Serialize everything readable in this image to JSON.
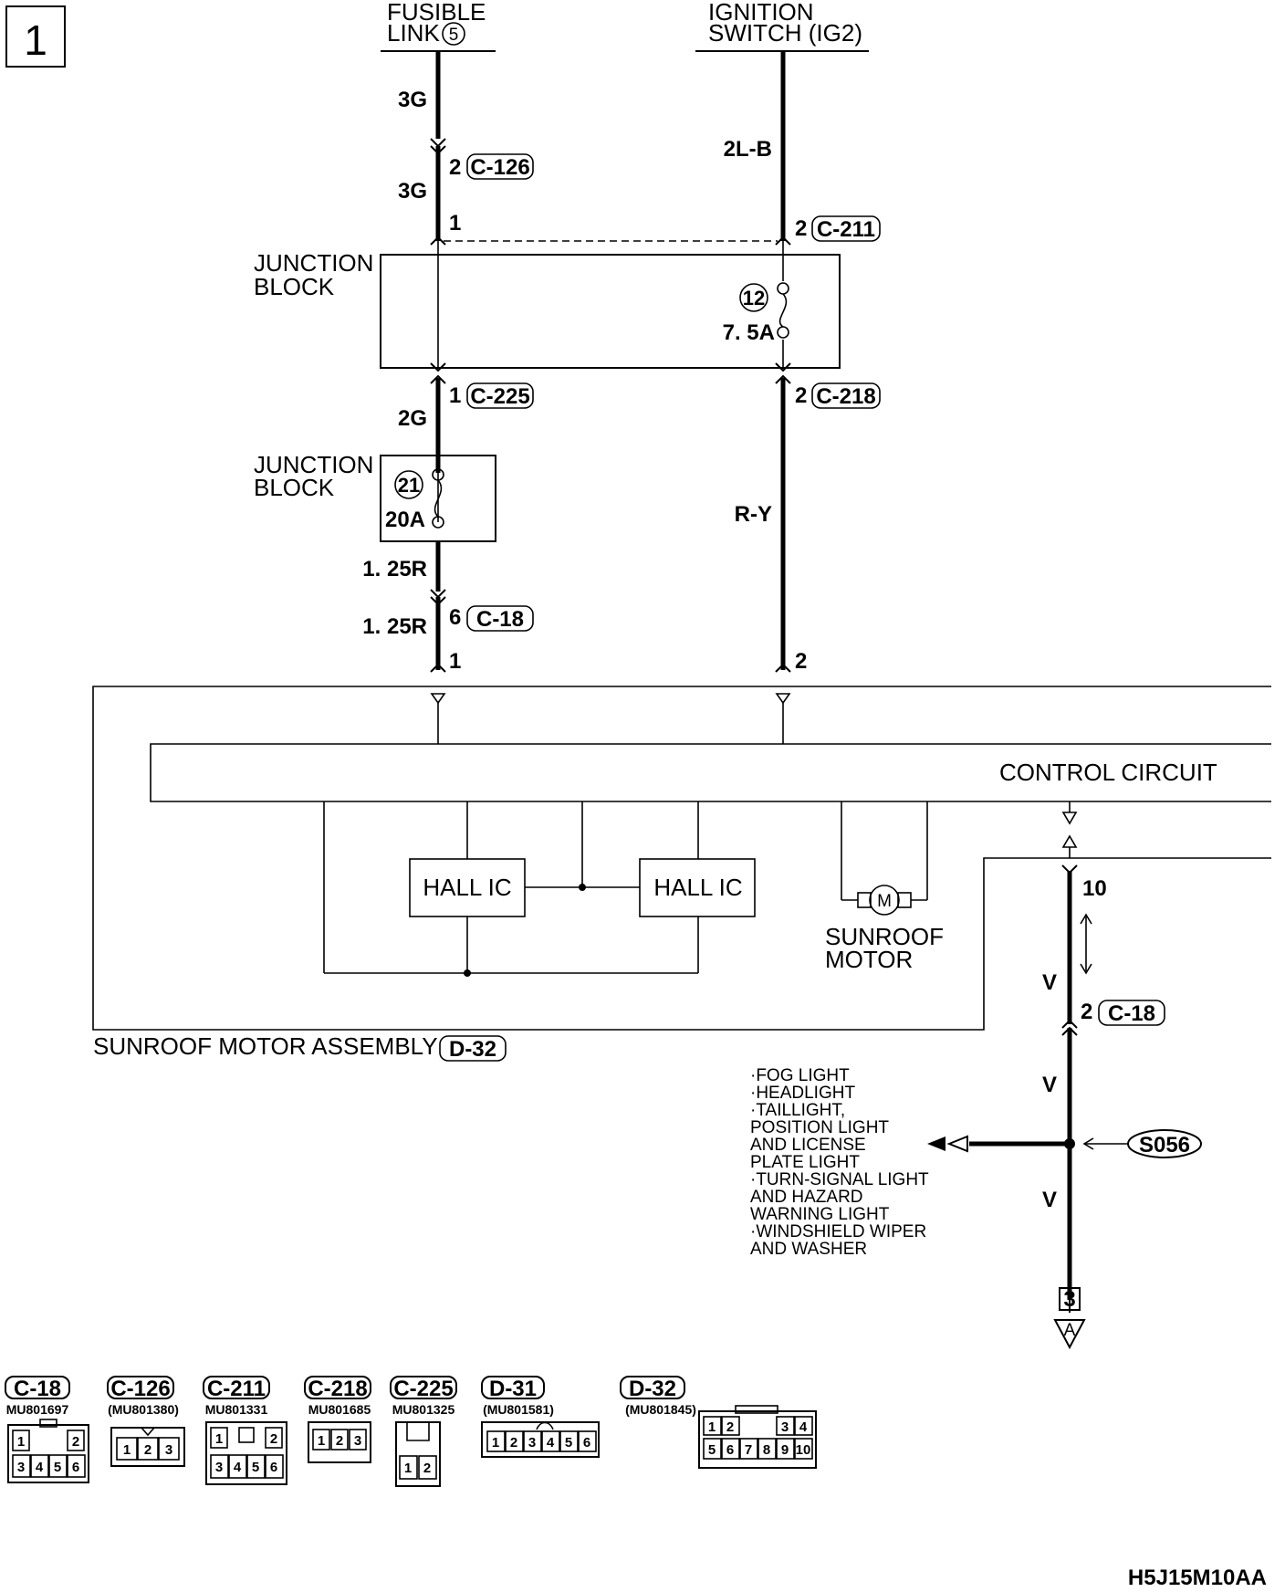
{
  "page_number": "1",
  "sources": {
    "fusible_link": {
      "line1": "FUSIBLE",
      "line2": "LINK",
      "number": "5"
    },
    "ignition_switch": {
      "line1": "IGNITION",
      "line2": "SWITCH (IG2)"
    }
  },
  "left_circuit": {
    "wire_top": "3G",
    "conn_c126_pin": "2",
    "conn_c126": "C-126",
    "wire_after_c126": "3G",
    "jb_pin_in": "1",
    "conn_c225_pin": "1",
    "conn_c225": "C-225",
    "wire_after_c225": "2G",
    "fuse_number": "21",
    "fuse_rating": "20A",
    "wire_after_fuse": "1. 25R",
    "conn_c18_pin": "6",
    "conn_c18": "C-18",
    "wire_after_c18": "1. 25R",
    "motor_pin": "1"
  },
  "right_circuit": {
    "wire_top": "2L-B",
    "conn_c211_pin": "2",
    "conn_c211": "C-211",
    "fuse_number": "12",
    "fuse_rating": "7. 5A",
    "conn_c218_pin": "2",
    "conn_c218": "C-218",
    "wire_after_c218": "R-Y",
    "motor_pin": "2"
  },
  "junction_block_1": {
    "line1": "JUNCTION",
    "line2": "BLOCK"
  },
  "junction_block_2": {
    "line1": "JUNCTION",
    "line2": "BLOCK"
  },
  "assembly": {
    "control_circuit": "CONTROL CIRCUIT",
    "hall_ic_1": "HALL IC",
    "hall_ic_2": "HALL IC",
    "motor_symbol": "M",
    "sunroof_motor_1": "SUNROOF",
    "sunroof_motor_2": "MOTOR",
    "name": "SUNROOF MOTOR ASSEMBLY",
    "connector": "D-32"
  },
  "output_circuit": {
    "pin": "10",
    "wire_1": "V",
    "conn_pin": "2",
    "conn": "C-18",
    "wire_2": "V",
    "wire_3": "V",
    "splice": "S056",
    "continue_page": "3",
    "continue_letter": "A"
  },
  "branch_list": [
    "·FOG LIGHT",
    "·HEADLIGHT",
    "·TAILLIGHT,",
    " POSITION LIGHT",
    " AND LICENSE",
    " PLATE LIGHT",
    "·TURN-SIGNAL LIGHT",
    " AND HAZARD",
    " WARNING LIGHT",
    "·WINDSHIELD WIPER",
    " AND WASHER"
  ],
  "connectors": [
    {
      "id": "C-18",
      "part": "MU801697",
      "cells_top": [
        "1",
        "2"
      ],
      "cells_bottom": [
        "3",
        "4",
        "5",
        "6"
      ]
    },
    {
      "id": "C-126",
      "part": "(MU801380)",
      "cells": [
        "1",
        "2",
        "3"
      ]
    },
    {
      "id": "C-211",
      "part": "MU801331",
      "cells_top": [
        "1",
        "2"
      ],
      "cells_bottom": [
        "3",
        "4",
        "5",
        "6"
      ]
    },
    {
      "id": "C-218",
      "part": "MU801685",
      "cells": [
        "1",
        "2",
        "3"
      ]
    },
    {
      "id": "C-225",
      "part": "MU801325",
      "cells": [
        "1",
        "2"
      ]
    },
    {
      "id": "D-31",
      "part": "(MU801581)",
      "cells": [
        "1",
        "2",
        "3",
        "4",
        "5",
        "6"
      ]
    },
    {
      "id": "D-32",
      "part": "(MU801845)",
      "cells_top": [
        "1",
        "2",
        "3",
        "4"
      ],
      "cells_bottom": [
        "5",
        "6",
        "7",
        "8",
        "9",
        "10"
      ]
    }
  ],
  "figure_code": "H5J15M10AA"
}
